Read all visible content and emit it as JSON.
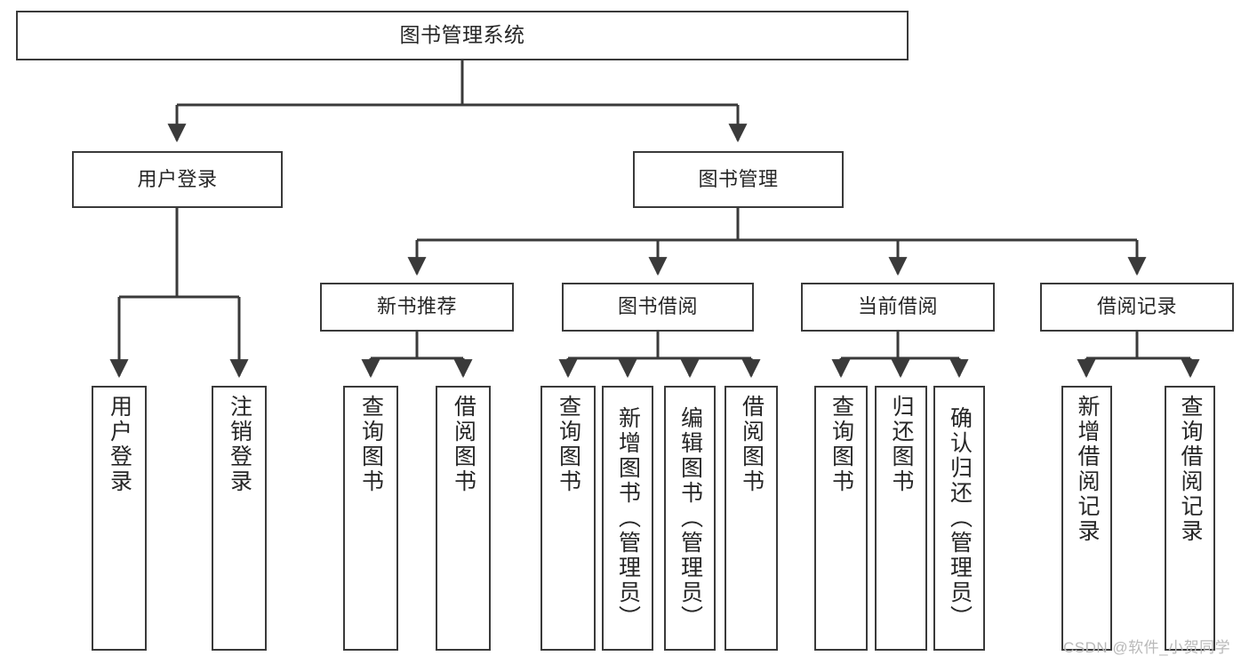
{
  "diagram": {
    "title": "图书管理系统",
    "type": "tree-hierarchy-chart",
    "root": {
      "label": "图书管理系统"
    },
    "level2": [
      {
        "label": "用户登录"
      },
      {
        "label": "图书管理"
      }
    ],
    "level3": [
      {
        "label": "新书推荐"
      },
      {
        "label": "图书借阅"
      },
      {
        "label": "当前借阅"
      },
      {
        "label": "借阅记录"
      }
    ],
    "leaves": {
      "user_login": [
        {
          "label": "用户登录"
        },
        {
          "label": "注销登录"
        }
      ],
      "new_book_recommend": [
        {
          "label": "查询图书"
        },
        {
          "label": "借阅图书"
        }
      ],
      "book_borrow": [
        {
          "label": "查询图书"
        },
        {
          "label": "新增图书（管理员）"
        },
        {
          "label": "编辑图书（管理员）"
        },
        {
          "label": "借阅图书"
        }
      ],
      "current_borrow": [
        {
          "label": "查询图书"
        },
        {
          "label": "归还图书"
        },
        {
          "label": "确认归还（管理员）"
        }
      ],
      "borrow_record": [
        {
          "label": "新增借阅记录"
        },
        {
          "label": "查询借阅记录"
        }
      ]
    }
  },
  "watermark": {
    "text": "CSDN @软件_小贺同学"
  },
  "colors": {
    "border": "#3a3a3a",
    "text": "#262626",
    "background": "#ffffff",
    "connector": "#3a3a3a",
    "watermark": "#b9b9b9"
  }
}
